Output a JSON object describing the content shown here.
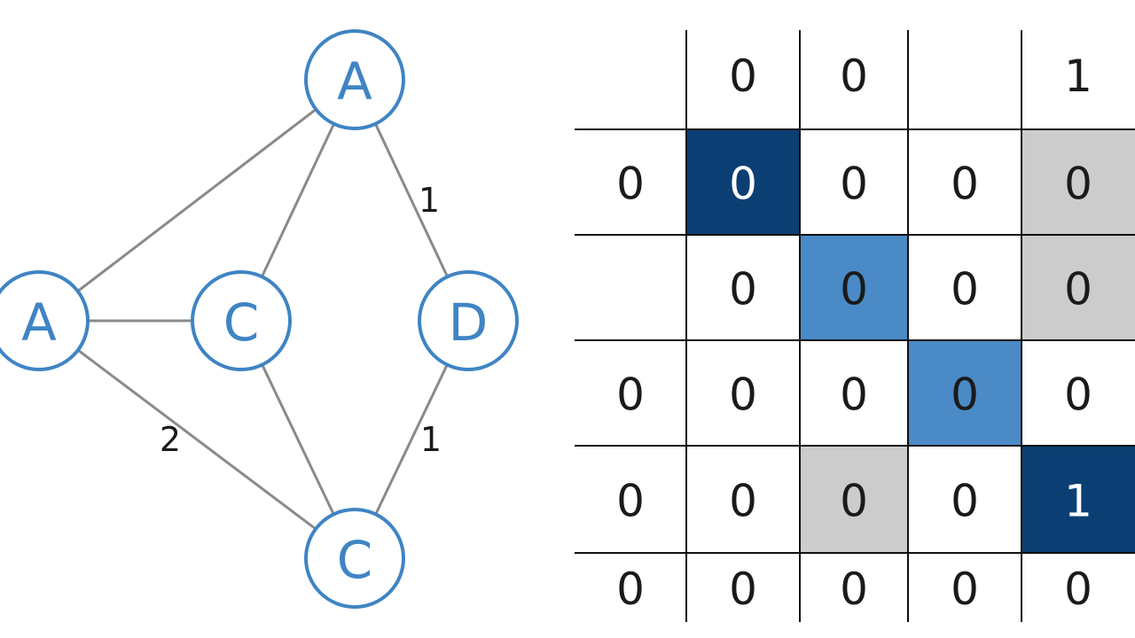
{
  "graph": {
    "colors": {
      "node_stroke": "#3f84c4",
      "node_text": "#3f84c4",
      "edge": "#8a8a8a",
      "edge_label": "#1a1a1a"
    },
    "nodes": [
      {
        "id": "a-top",
        "label": "A"
      },
      {
        "id": "a-left",
        "label": "A"
      },
      {
        "id": "c-mid",
        "label": "C"
      },
      {
        "id": "d-right",
        "label": "D"
      },
      {
        "id": "c-bottom",
        "label": "C"
      }
    ],
    "edges": [
      {
        "from": "a-top",
        "to": "a-left",
        "label": ""
      },
      {
        "from": "a-top",
        "to": "c-mid",
        "label": ""
      },
      {
        "from": "a-top",
        "to": "d-right",
        "label": "1"
      },
      {
        "from": "a-left",
        "to": "c-mid",
        "label": ""
      },
      {
        "from": "a-left",
        "to": "c-bottom",
        "label": "2"
      },
      {
        "from": "c-mid",
        "to": "c-bottom",
        "label": ""
      },
      {
        "from": "d-right",
        "to": "c-bottom",
        "label": "1"
      }
    ]
  },
  "matrix": {
    "colors": {
      "grid": "#111111",
      "dark": "#0b3f73",
      "medium": "#4a8ac6",
      "gray": "#cccccc",
      "text_dark": "#1a1a1a",
      "text_light": "#ffffff"
    },
    "header": [
      "",
      "0",
      "0",
      "",
      "1"
    ],
    "rows": [
      [
        "0",
        "0",
        "0",
        "0",
        "0"
      ],
      [
        "",
        "0",
        "0",
        "0",
        "0"
      ],
      [
        "0",
        "0",
        "0",
        "0",
        "0"
      ],
      [
        "0",
        "0",
        "0",
        "0",
        "1"
      ],
      [
        "0",
        "0",
        "0",
        "0",
        "0"
      ]
    ],
    "highlights": [
      [
        "none",
        "dark",
        "none",
        "none",
        "gray"
      ],
      [
        "none",
        "none",
        "medium",
        "none",
        "gray"
      ],
      [
        "none",
        "none",
        "none",
        "medium",
        "none"
      ],
      [
        "none",
        "none",
        "gray",
        "none",
        "dark"
      ],
      [
        "none",
        "none",
        "none",
        "none",
        "none"
      ]
    ]
  }
}
